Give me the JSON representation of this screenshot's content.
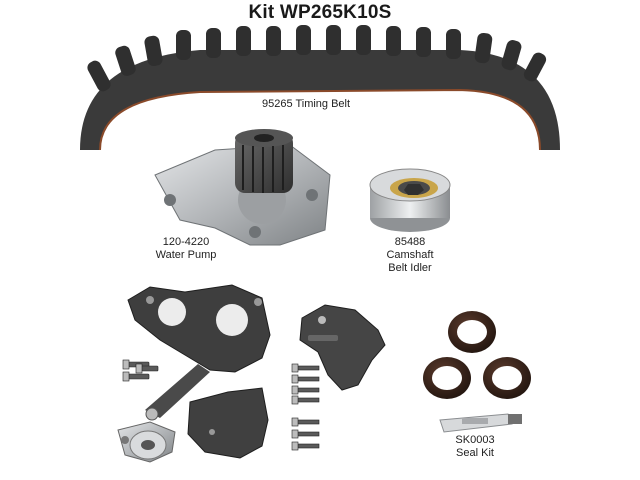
{
  "kit": {
    "title": "Kit WP265K10S"
  },
  "parts": {
    "timing_belt": {
      "label": "95265 Timing Belt"
    },
    "water_pump": {
      "number": "120-4220",
      "name": "Water Pump"
    },
    "idler": {
      "number": "85488",
      "name_line1": "Camshaft",
      "name_line2": "Belt Idler"
    },
    "seal_kit": {
      "number": "SK0003",
      "name": "Seal Kit"
    }
  },
  "colors": {
    "metal": "#b9bcbf",
    "belt": "#3a3a3a",
    "rubber": "#2a1c16"
  }
}
